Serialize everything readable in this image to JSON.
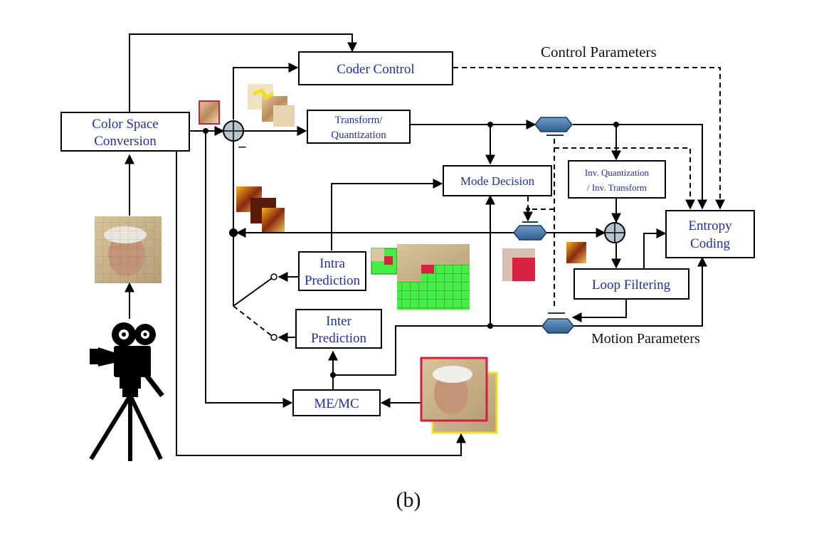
{
  "blocks": {
    "coder_control": "Coder Control",
    "color_space_1": "Color Space",
    "color_space_2": "Conversion",
    "transform_1": "Transform/",
    "transform_2": "Quantization",
    "mode_decision": "Mode Decision",
    "inv_quant_1": "Inv. Quantization",
    "inv_quant_2": "/ Inv. Transform",
    "entropy_1": "Entropy",
    "entropy_2": "Coding",
    "intra_1": "Intra",
    "intra_2": "Prediction",
    "inter_1": "Inter",
    "inter_2": "Prediction",
    "loop_filtering": "Loop Filtering",
    "me_mc": "ME/MC"
  },
  "labels": {
    "control_parameters": "Control Parameters",
    "motion_parameters": "Motion Parameters",
    "minus_sign": "−",
    "caption": "(b)"
  },
  "colors": {
    "block_text": "#1f2fa8",
    "switch_node": "#2e5f8f",
    "adder_fill": "#b8c4cc",
    "frame_border_red": "#d02040",
    "frame_border_yellow": "#f0e020",
    "macroblock_green": "#44ee44"
  },
  "icons": [
    "camera-icon",
    "adder-icon",
    "switch-icon",
    "frame-thumbnail"
  ]
}
